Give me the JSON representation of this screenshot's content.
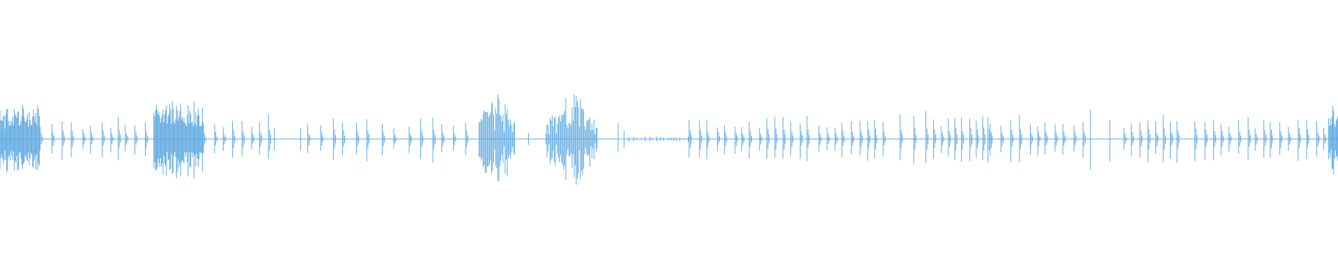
{
  "waveform": {
    "color": "#5aa7e0",
    "background": "#ffffff",
    "amplitude_scale": "linear",
    "activity_regions": [
      {
        "start": 0.0,
        "end": 0.03,
        "kind": "dense",
        "level": 0.22
      },
      {
        "start": 0.03,
        "end": 0.115,
        "kind": "beats",
        "level": 0.16,
        "rate": 140
      },
      {
        "start": 0.115,
        "end": 0.152,
        "kind": "dense",
        "level": 0.27
      },
      {
        "start": 0.152,
        "end": 0.205,
        "kind": "beats",
        "level": 0.16,
        "rate": 150
      },
      {
        "start": 0.205,
        "end": 0.225,
        "kind": "sparse",
        "level": 0.1,
        "rate": 60
      },
      {
        "start": 0.23,
        "end": 0.348,
        "kind": "beats",
        "level": 0.17,
        "rate": 110
      },
      {
        "start": 0.358,
        "end": 0.385,
        "kind": "burst",
        "level": 0.32,
        "rate": 260
      },
      {
        "start": 0.395,
        "end": 0.402,
        "kind": "sparse",
        "level": 0.05,
        "rate": 60
      },
      {
        "start": 0.408,
        "end": 0.447,
        "kind": "burst",
        "level": 0.3,
        "rate": 260
      },
      {
        "start": 0.462,
        "end": 0.468,
        "kind": "sparse",
        "level": 0.13,
        "rate": 40
      },
      {
        "start": 0.47,
        "end": 0.515,
        "kind": "dots",
        "level": 0.02,
        "rate": 120
      },
      {
        "start": 0.515,
        "end": 0.598,
        "kind": "beats",
        "level": 0.16,
        "rate": 150
      },
      {
        "start": 0.598,
        "end": 0.66,
        "kind": "beats",
        "level": 0.17,
        "rate": 140
      },
      {
        "start": 0.66,
        "end": 0.69,
        "kind": "beats",
        "level": 0.16,
        "rate": 100
      },
      {
        "start": 0.692,
        "end": 0.74,
        "kind": "beats",
        "level": 0.18,
        "rate": 200
      },
      {
        "start": 0.74,
        "end": 0.815,
        "kind": "beats",
        "level": 0.16,
        "rate": 150
      },
      {
        "start": 0.815,
        "end": 0.84,
        "kind": "sparse",
        "level": 0.24,
        "rate": 60
      },
      {
        "start": 0.84,
        "end": 0.885,
        "kind": "beats",
        "level": 0.16,
        "rate": 180
      },
      {
        "start": 0.893,
        "end": 0.997,
        "kind": "beats",
        "level": 0.17,
        "rate": 160
      },
      {
        "start": 0.993,
        "end": 1.0,
        "kind": "dense",
        "level": 0.24
      }
    ]
  }
}
